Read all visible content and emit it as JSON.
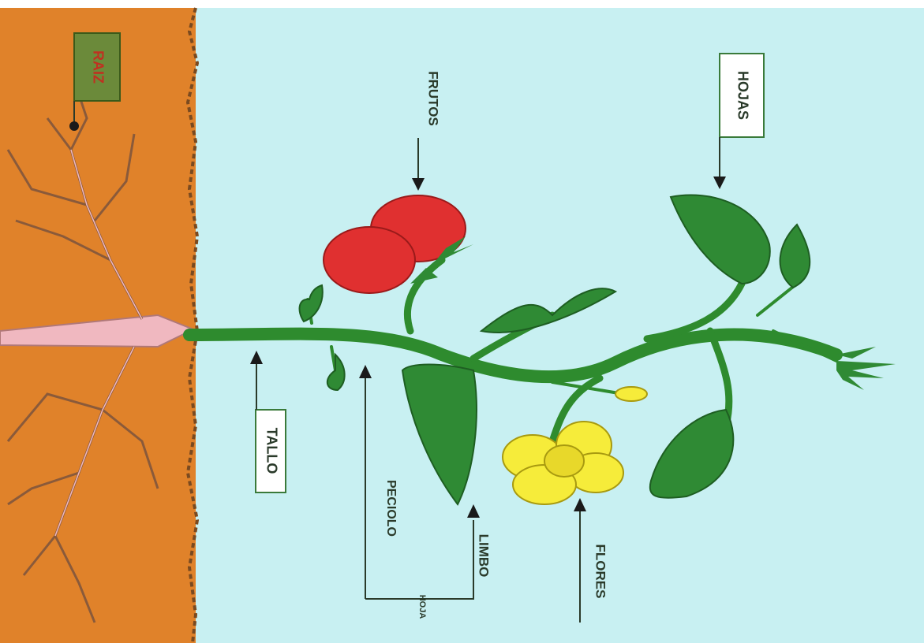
{
  "labels": {
    "raiz": "RAIZ",
    "tallo": "TALLO",
    "frutos": "FRUTOS",
    "hojas": "HOJAS",
    "peciolo": "PECIOLO",
    "limbo": "LIMBO",
    "hoja": "HOJA",
    "flores": "FLORES"
  },
  "colors": {
    "soil": "#e0822a",
    "sky": "#c8f0f2",
    "stem": "#2e8b2e",
    "leaf": "#2f8a34",
    "fruit": "#e03030",
    "flower": "#f6ec3a",
    "root": "#f0b8c0",
    "label_text": "#2a3a2a"
  }
}
